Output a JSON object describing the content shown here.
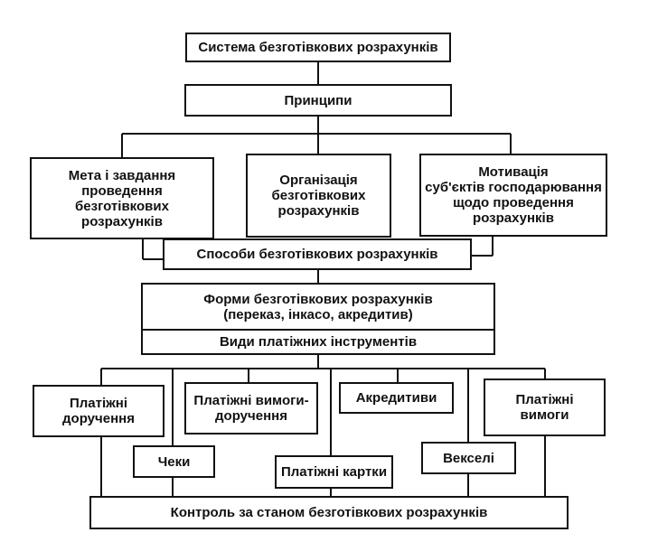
{
  "diagram": {
    "nodes": {
      "system": "Система безготівкових розрахунків",
      "principles": "Принципи",
      "goal": "Мета і завдання\nпроведення\nбезготівкових\nрозрахунків",
      "organization": "Організація\nбезготівкових\nрозрахунків",
      "motivation": "Мотивація\nсуб'єктів господарювання\nщодо проведення\nрозрахунків",
      "methods": "Способи безготівкових розрахунків",
      "forms": "Форми безготівкових розрахунків\n(переказ, інкасо, акредитив)",
      "instruments": "Види платіжних інструментів",
      "payment_orders": "Платіжні\nдоручення",
      "cheques": "Чеки",
      "demand_orders": "Платіжні вимоги-\nдоручення",
      "payment_cards": "Платіжні картки",
      "letters_of_credit": "Акредитиви",
      "bills": "Векселі",
      "payment_demands": "Платіжні\nвимоги",
      "control": "Контроль за станом безготівкових розрахунків"
    }
  }
}
